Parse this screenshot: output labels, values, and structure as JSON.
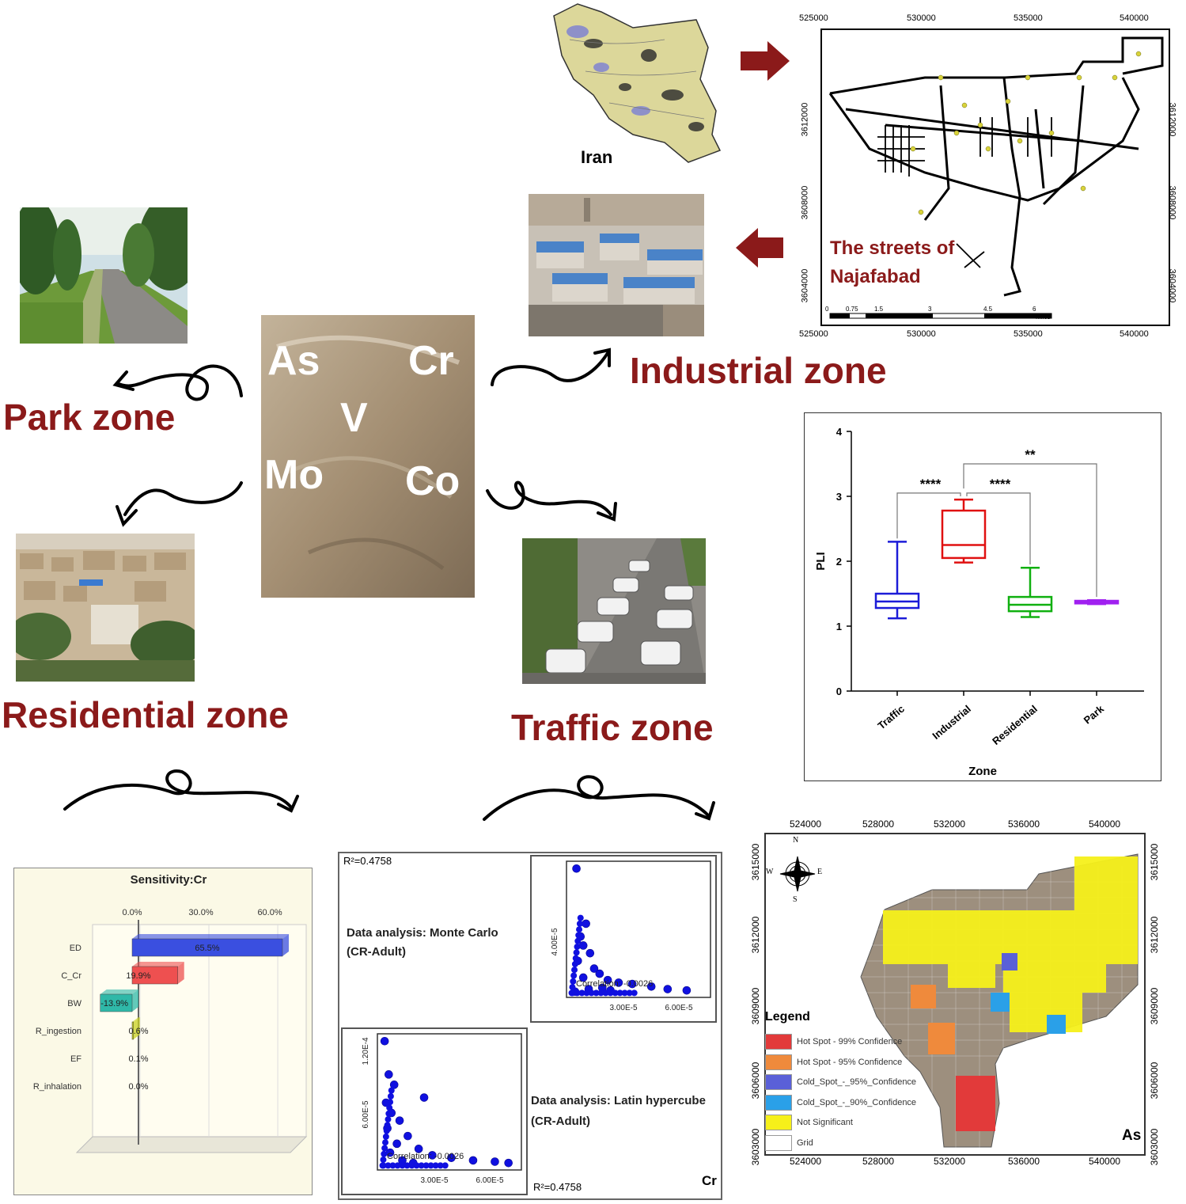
{
  "zones": {
    "park": "Park zone",
    "industrial": "Industrial zone",
    "residential": "Residential zone",
    "traffic": "Traffic zone"
  },
  "metals": [
    "As",
    "Cr",
    "V",
    "Mo",
    "Co"
  ],
  "map": {
    "iran_label": "Iran",
    "streets_line1": "The streets of",
    "streets_line2": "Najafabad",
    "x_ticks": [
      "525000",
      "530000",
      "535000",
      "540000"
    ],
    "y_ticks": [
      "3612000",
      "3608000",
      "3604000"
    ],
    "scale_ticks": [
      "0",
      "0.75",
      "1.5",
      "3",
      "4.5",
      "6"
    ],
    "scale_unit": "Miles"
  },
  "pli_chart": {
    "ylabel": "PLI",
    "xlabel": "Zone",
    "sig_labels": [
      "****",
      "****",
      "**"
    ],
    "colors": {
      "Traffic": "#1c1cd8",
      "Industrial": "#e01010",
      "Residential": "#10b010",
      "Park": "#a020f0"
    }
  },
  "chart_data": [
    {
      "type": "box",
      "title": "",
      "xlabel": "Zone",
      "ylabel": "PLI",
      "ylim": [
        0,
        4
      ],
      "yticks": [
        "0",
        "1",
        "2",
        "3",
        "4"
      ],
      "categories": [
        "Traffic",
        "Industrial",
        "Residential",
        "Park"
      ],
      "boxes": [
        {
          "name": "Traffic",
          "min": 1.12,
          "q1": 1.28,
          "median": 1.38,
          "q3": 1.5,
          "max": 2.3
        },
        {
          "name": "Industrial",
          "min": 1.98,
          "q1": 2.05,
          "median": 2.25,
          "q3": 2.78,
          "max": 2.95
        },
        {
          "name": "Residential",
          "min": 1.14,
          "q1": 1.23,
          "median": 1.33,
          "q3": 1.45,
          "max": 1.9
        },
        {
          "name": "Park",
          "min": 1.34,
          "q1": 1.35,
          "median": 1.37,
          "q3": 1.39,
          "max": 1.4
        }
      ]
    },
    {
      "type": "bar",
      "title": "Sensitivity:Cr",
      "xticks": [
        "0.0%",
        "30.0%",
        "60.0%"
      ],
      "categories": [
        "ED",
        "C_Cr",
        "BW",
        "R_ingestion",
        "EF",
        "R_inhalation"
      ],
      "values": [
        65.5,
        19.9,
        -13.9,
        0.6,
        0.1,
        0.0
      ],
      "labels": [
        "65.5%",
        "19.9%",
        "-13.9%",
        "0.6%",
        "0.1%",
        "0.0%"
      ],
      "colors": [
        "#3a4fe0",
        "#ee5050",
        "#2fb8a8",
        "#c8d020",
        "#1e3a9a",
        "#cccccc"
      ]
    },
    {
      "type": "scatter",
      "title": "Data analysis: Monte Carlo",
      "subtitle": "(CR-Adult)",
      "r2": "R²=0.4758",
      "correlation": "Correlation: -0.0026",
      "xticks": [
        "3.00E-5",
        "6.00E-5"
      ],
      "yticks": [
        "4.00E-5"
      ],
      "points": [
        [
          0.5,
          9.8
        ],
        [
          1.2,
          5.5
        ],
        [
          0.8,
          4.5
        ],
        [
          1.0,
          3.8
        ],
        [
          1.5,
          3.2
        ],
        [
          0.6,
          2.6
        ],
        [
          1.8,
          2.0
        ],
        [
          2.2,
          1.6
        ],
        [
          1.0,
          1.3
        ],
        [
          2.8,
          1.1
        ],
        [
          3.6,
          0.9
        ],
        [
          4.6,
          0.8
        ],
        [
          6.0,
          0.6
        ],
        [
          7.2,
          0.4
        ],
        [
          8.6,
          0.3
        ],
        [
          0.4,
          0.2
        ],
        [
          1.4,
          0.4
        ],
        [
          2.4,
          0.5
        ],
        [
          3.0,
          0.3
        ]
      ]
    },
    {
      "type": "scatter",
      "title": "Data analysis: Latin hypercube",
      "subtitle": "(CR-Adult)",
      "r2": "R²=0.4758",
      "correlation": "Correlation: -0.0026",
      "series_label": "Cr",
      "xticks": [
        "3.00E-5",
        "6.00E-5"
      ],
      "yticks": [
        "1.20E-4",
        "6.00E-5"
      ],
      "points": [
        [
          0.3,
          9.8
        ],
        [
          0.6,
          7.2
        ],
        [
          1.0,
          6.4
        ],
        [
          0.4,
          5.0
        ],
        [
          3.2,
          5.4
        ],
        [
          0.8,
          4.2
        ],
        [
          1.4,
          3.6
        ],
        [
          0.5,
          3.0
        ],
        [
          2.0,
          2.4
        ],
        [
          1.2,
          1.8
        ],
        [
          2.8,
          1.4
        ],
        [
          0.7,
          1.1
        ],
        [
          3.8,
          0.9
        ],
        [
          5.2,
          0.7
        ],
        [
          6.8,
          0.5
        ],
        [
          8.4,
          0.4
        ],
        [
          9.4,
          0.3
        ],
        [
          1.6,
          0.5
        ],
        [
          2.4,
          0.3
        ]
      ]
    },
    {
      "type": "heatmap",
      "title": "As",
      "legend_title": "Legend",
      "legend": [
        {
          "label": "Hot Spot - 99% Confidence",
          "color": "#e23a3a"
        },
        {
          "label": "Hot Spot - 95% Confidence",
          "color": "#ef8a3c"
        },
        {
          "label": "Cold_Spot_-_95%_Confidence",
          "color": "#5a60d8"
        },
        {
          "label": "Cold_Spot_-_90%_Confidence",
          "color": "#2aa0e8"
        },
        {
          "label": "Not Significant",
          "color": "#f6f01a"
        },
        {
          "label": "Grid",
          "color": "#ffffff"
        }
      ],
      "x_ticks": [
        "524000",
        "528000",
        "532000",
        "536000",
        "540000"
      ],
      "y_ticks": [
        "3615000",
        "3612000",
        "3609000",
        "3606000",
        "3603000"
      ],
      "compass": [
        "N",
        "E",
        "S",
        "W"
      ]
    }
  ]
}
